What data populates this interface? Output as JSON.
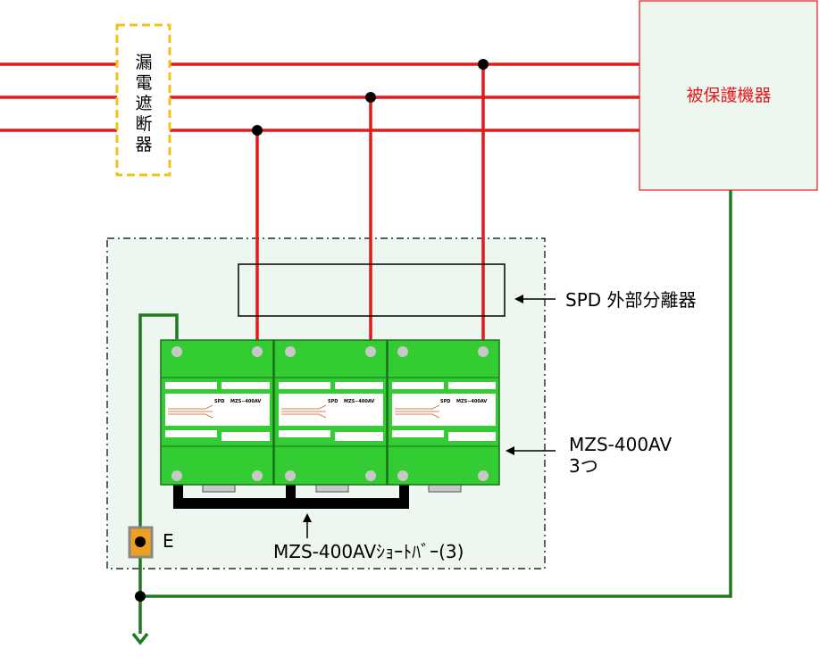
{
  "labels": {
    "breaker_chars": [
      "漏",
      "電",
      "遮",
      "断",
      "器"
    ],
    "protected_equipment": "被保護機器",
    "spd_disconnector": "SPD 外部分離器",
    "module_name": "MZS-400AV",
    "module_count": "3つ",
    "short_bar": "MZS-400AVｼｮｰﾄﾊﾞｰ(3)",
    "earth": "E",
    "module_face_brand": "SPD",
    "module_face_model": "MZS−400AV"
  },
  "colors": {
    "phase_line": "#e31a1a",
    "earth_line": "#1f7a1f",
    "breaker_border": "#f2c21b",
    "module_fill": "#33cc33",
    "enclosure_fill": "#eef6f0",
    "terminal_fill": "#f0a020"
  }
}
